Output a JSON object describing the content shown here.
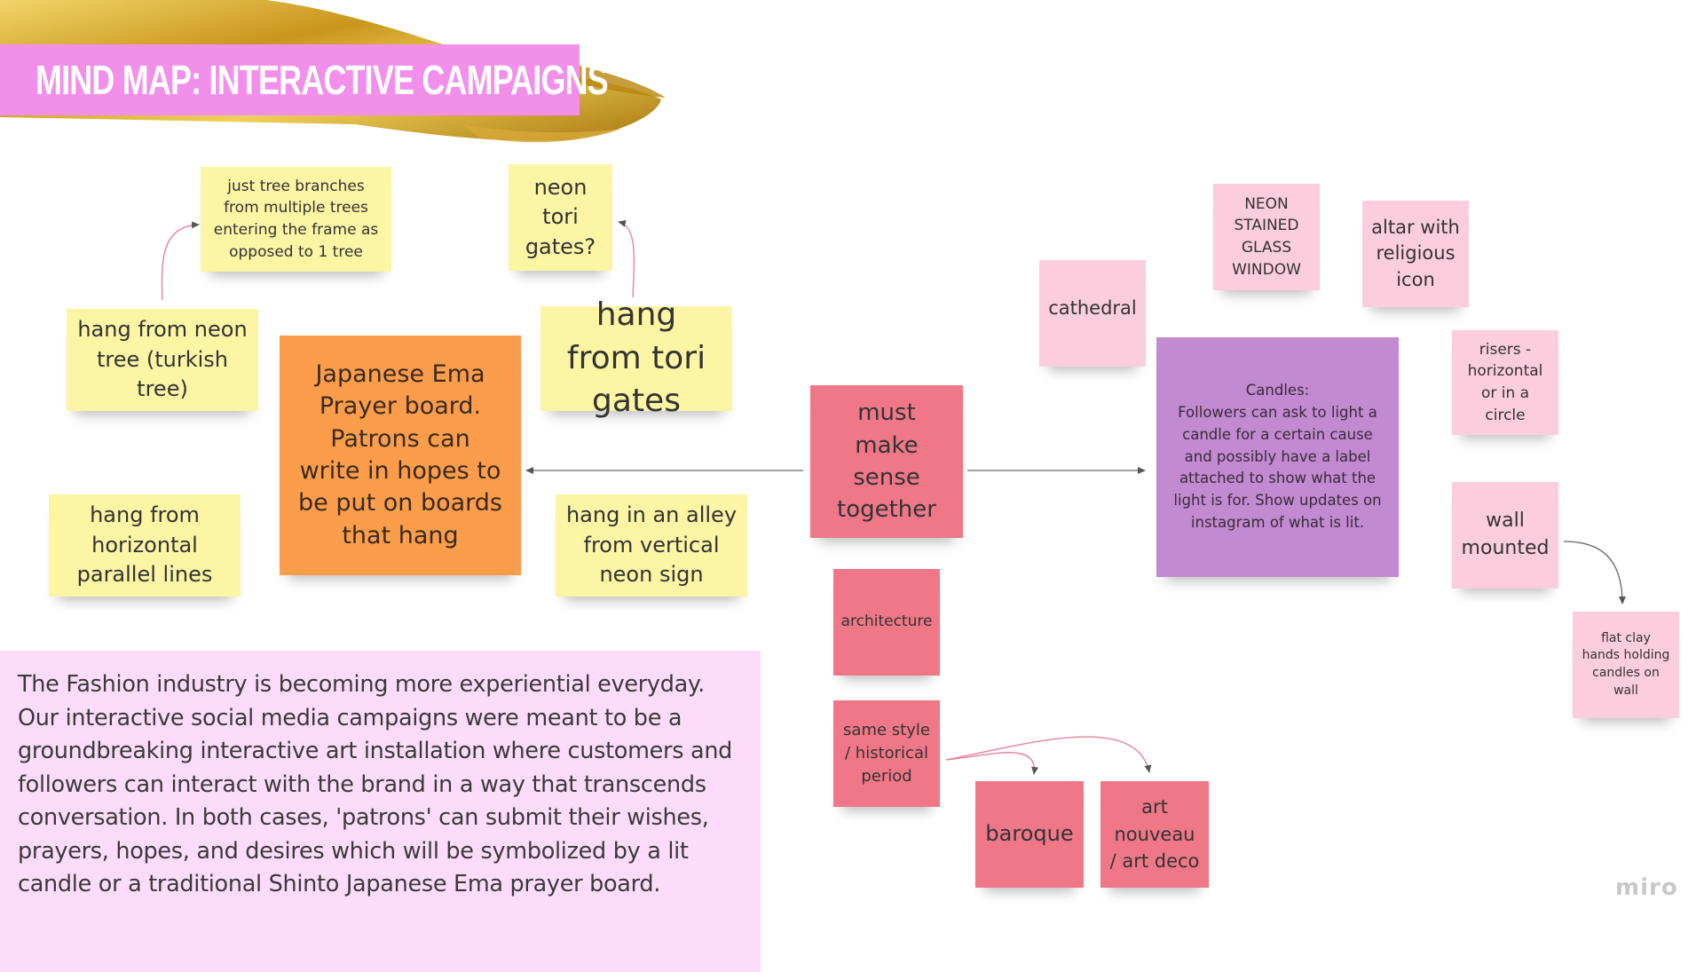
{
  "title": "MIND MAP: INTERACTIVE CAMPAIGNS",
  "colors": {
    "title_bar": "#f28fea",
    "gold_accent": "#d9a520",
    "sticky_yellow": "#fbf5a4",
    "sticky_orange": "#fb9d4b",
    "sticky_rose": "#ef7787",
    "sticky_pink": "#fbcddd",
    "sticky_violet": "#c28ad0",
    "connector_arrow": "#555555",
    "connector_curve": "#e4849b",
    "description_bg": "#fcdcfa"
  },
  "notes": {
    "tree_branches": "just tree branches from multiple trees entering the frame as opposed to 1 tree",
    "neon_tori": "neon tori gates?",
    "neon_tree": "hang from neon tree (turkish tree)",
    "tori_gates": "hang from tori gates",
    "ema_board": "Japanese Ema Prayer board. Patrons can write in hopes to be put on boards that hang",
    "parallel_lines": "hang from horizontal parallel lines",
    "alley": "hang in an alley from vertical neon sign",
    "center": "must make sense together",
    "architecture": "architecture",
    "same_style": "same style / historical period",
    "baroque": "baroque",
    "art_nouveau": "art nouveau / art deco",
    "cathedral": "cathedral",
    "stained_glass": "NEON STAINED GLASS WINDOW",
    "altar": "altar with religious icon",
    "candles_title": "Candles:",
    "candles_body": "Followers can ask to light a candle for a certain cause and possibly have a label attached to show what the light is for. Show updates on instagram of what is lit.",
    "risers": "risers - horizontal or in a circle",
    "wall_mounted": "wall mounted",
    "clay_hands": "flat clay hands holding candles on wall"
  },
  "description": "The Fashion industry is becoming more experiential everyday.  Our interactive social media campaigns were meant to be a groundbreaking interactive art installation where customers and followers can interact with the brand in a way that transcends conversation.  In both cases, 'patrons' can submit their wishes, prayers, hopes, and desires which will be symbolized by a lit candle or a traditional Shinto Japanese Ema prayer board.",
  "logo": "miro"
}
